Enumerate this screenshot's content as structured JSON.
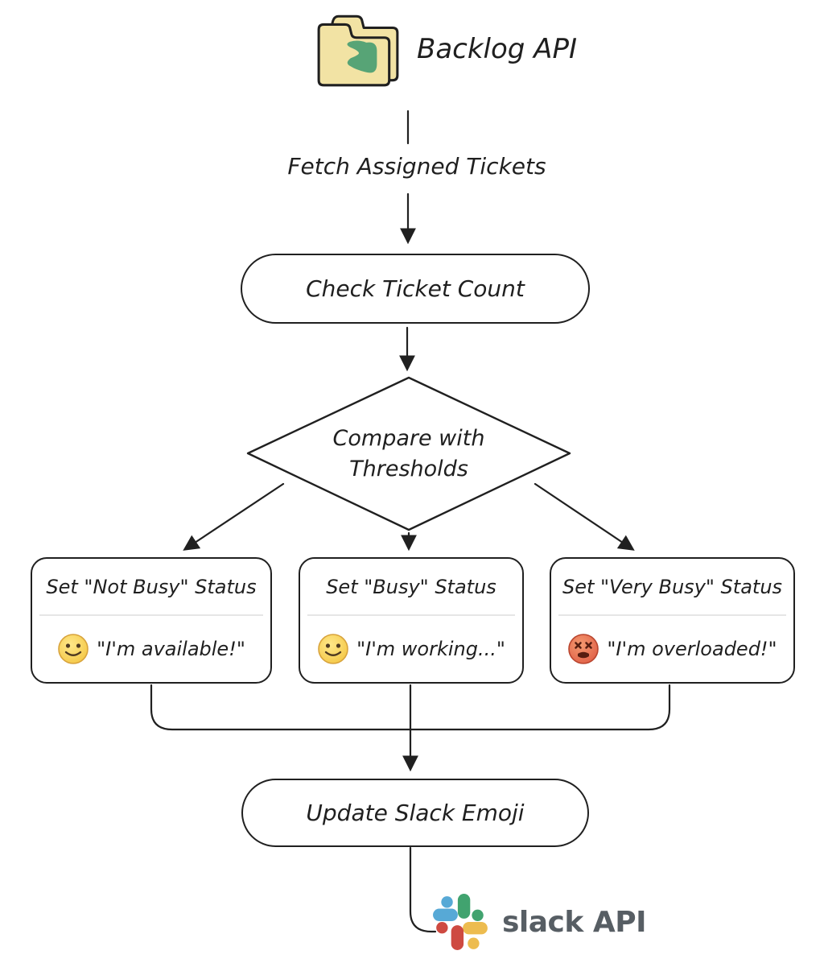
{
  "header": {
    "icon": "folder-icon",
    "label": "Backlog API"
  },
  "flow": {
    "fetch_edge_label": "Fetch Assigned Tickets",
    "check_node_label": "Check Ticket Count",
    "compare_node_line1": "Compare with",
    "compare_node_line2": "Thresholds",
    "update_node_label": "Update Slack Emoji"
  },
  "status_boxes": [
    {
      "title": "Set \"Not Busy\" Status",
      "emoji": "slightly-smiling-face",
      "caption": "\"I'm available!\""
    },
    {
      "title": "Set \"Busy\" Status",
      "emoji": "slightly-smiling-face",
      "caption": "\"I'm working...\""
    },
    {
      "title": "Set \"Very Busy\" Status",
      "emoji": "knocked-out-face",
      "caption": "\"I'm overloaded!\""
    }
  ],
  "footer": {
    "icon": "slack-logo-icon",
    "label": "slack API"
  },
  "colors": {
    "ink": "#1f1f1f",
    "folder_fill": "#f2e3a4",
    "folder_glyph_green": "#57a476",
    "emoji_yellow": "#f7cd4c",
    "emoji_red": "#e2614434",
    "slack_blue": "#57a9d6",
    "slack_green": "#41a36f",
    "slack_red": "#ce4a41",
    "slack_yellow": "#edbc4f",
    "footer_text": "#575e64",
    "divider": "#e6e6e6"
  }
}
